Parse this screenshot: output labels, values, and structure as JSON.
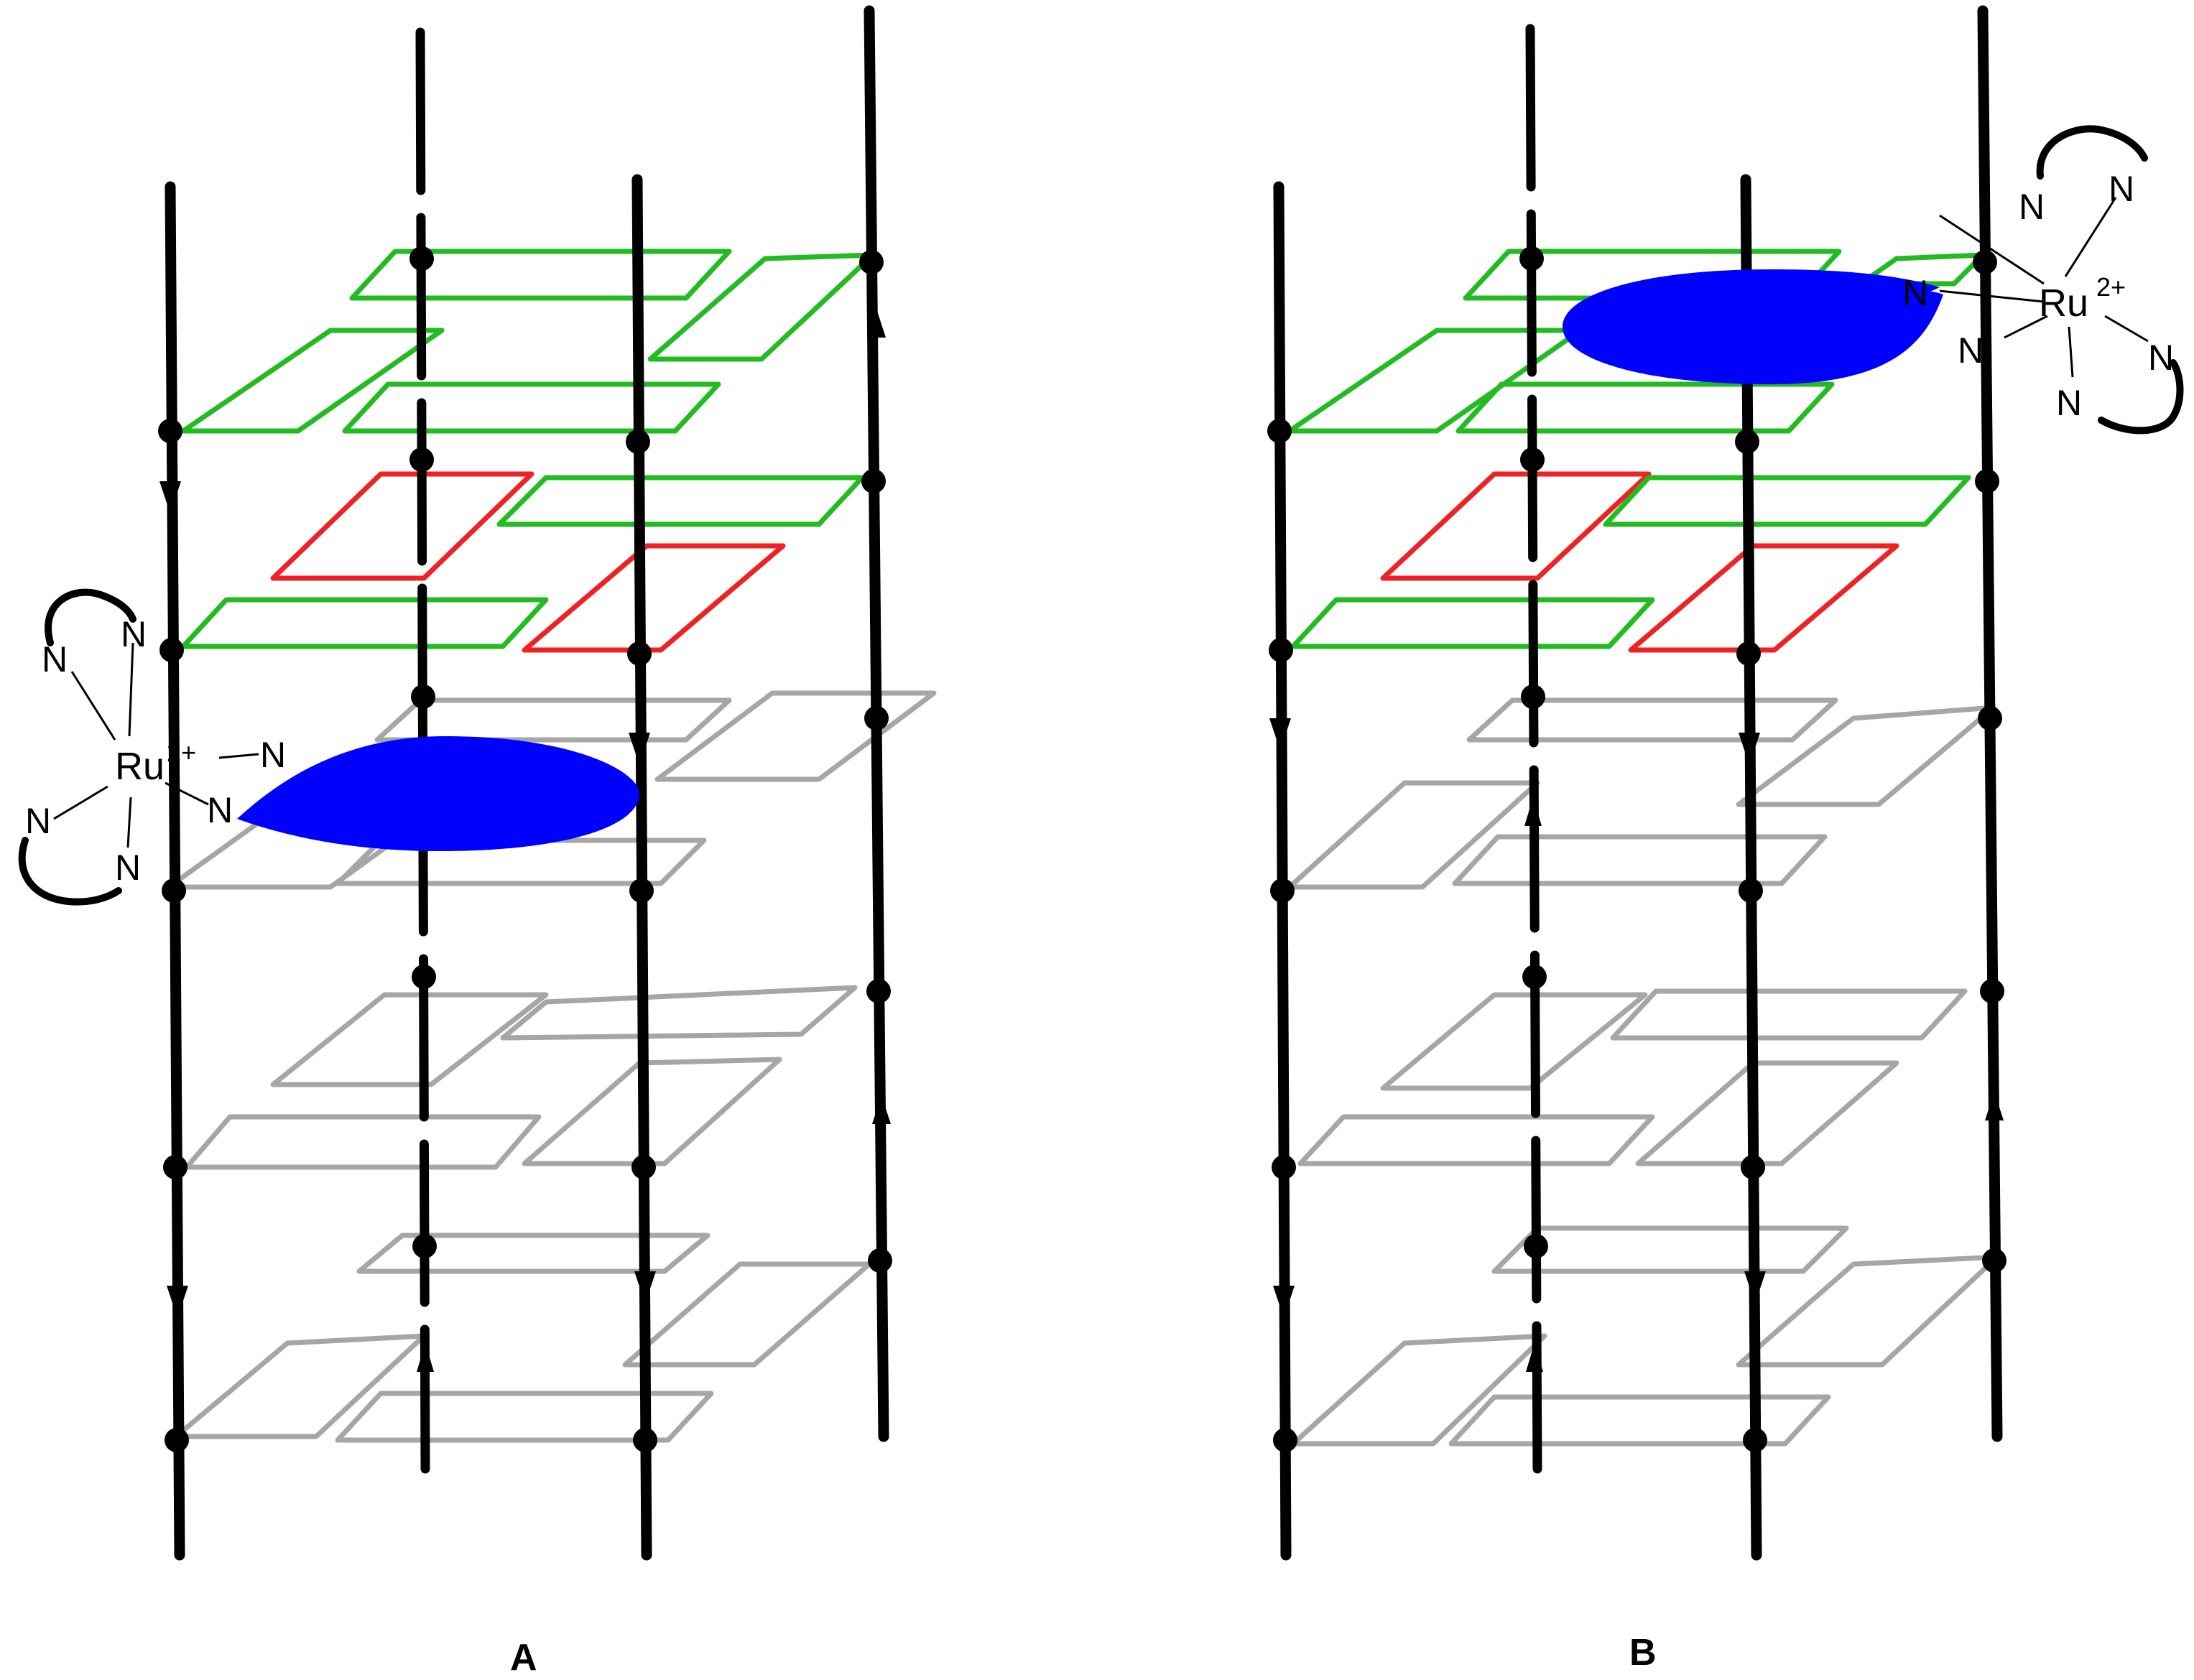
{
  "figure": {
    "panels": [
      {
        "id": "A",
        "label": "A",
        "complex": {
          "metal": "Ru",
          "charge": "2+",
          "ligand_atoms": [
            "N",
            "N",
            "N",
            "N",
            "N",
            "N"
          ]
        }
      },
      {
        "id": "B",
        "label": "B",
        "complex": {
          "metal": "Ru",
          "charge": "2+",
          "ligand_atoms": [
            "N",
            "N",
            "N",
            "N",
            "N",
            "N"
          ]
        }
      }
    ],
    "colors": {
      "strand": "#000000",
      "tetrad_top_guanine": "#22bb22",
      "tetrad_top_other": "#ee2222",
      "tetrad_lower": "#a6a6a6",
      "intercalating_ligand": "#0000ff"
    }
  }
}
